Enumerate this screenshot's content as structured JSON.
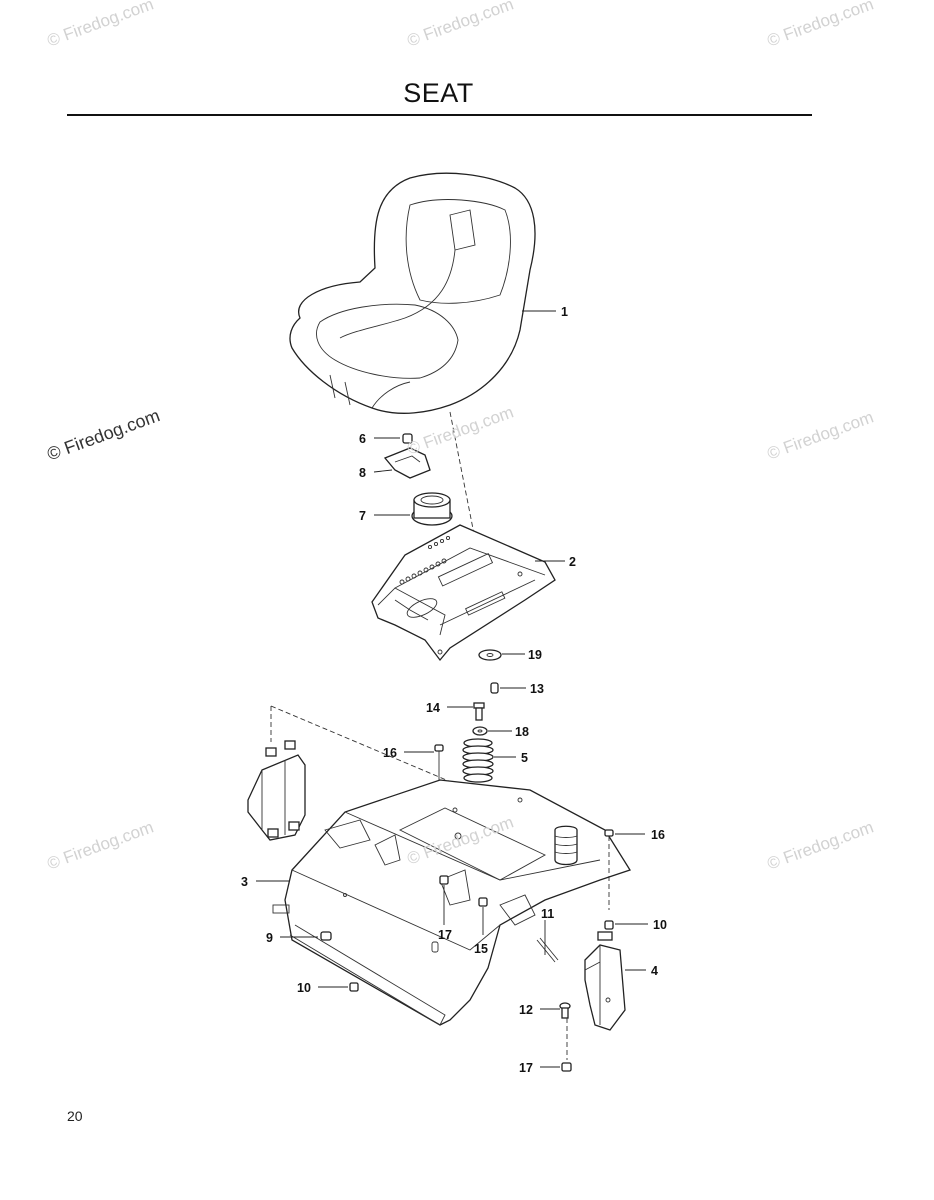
{
  "page": {
    "title": "SEAT",
    "page_number": "20"
  },
  "watermarks": {
    "text": "© Firedog.com",
    "top_left": "© Firedog.com",
    "top_center": "© Firedog.com",
    "top_right": "© Firedog.com",
    "mid_left": "© Firedog.com",
    "mid_center": "© Firedog.com",
    "mid_right": "© Firedog.com",
    "low_left": "© Firedog.com",
    "low_center": "© Firedog.com",
    "low_right": "© Firedog.com"
  },
  "callouts": {
    "c1": "1",
    "c2": "2",
    "c3": "3",
    "c4": "4",
    "c5": "5",
    "c6": "6",
    "c7": "7",
    "c8": "8",
    "c9": "9",
    "c10a": "10",
    "c10b": "10",
    "c11": "11",
    "c12": "12",
    "c13": "13",
    "c14": "14",
    "c15": "15",
    "c16a": "16",
    "c16b": "16",
    "c17a": "17",
    "c17b": "17",
    "c18": "18",
    "c19": "19"
  }
}
